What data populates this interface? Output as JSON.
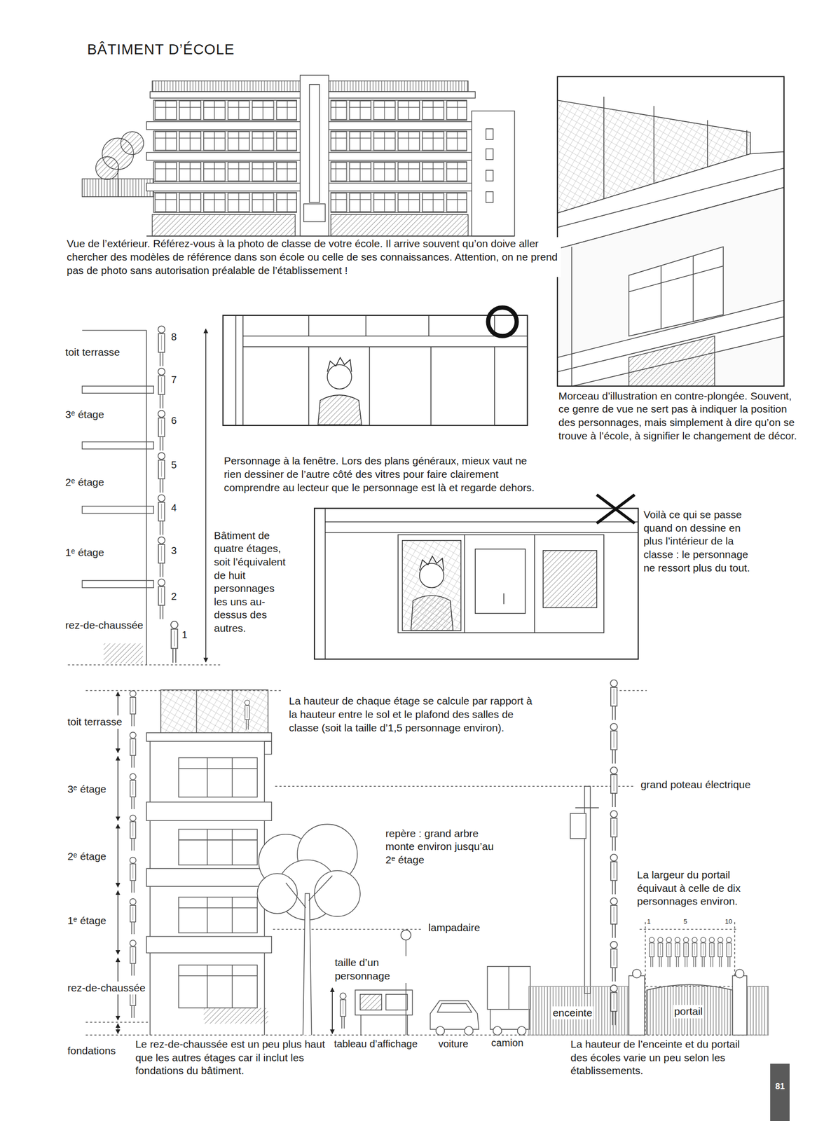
{
  "diagram": {
    "title": "BÂTIMENT D’ÉCOLE",
    "nodes": [
      {
        "text": [
          "81"
        ]
      }
    ],
    "labels": [
      "Vue de l’extérieur. Référez-vous à la photo de classe de votre école. Il arrive souvent qu’on doive aller chercher des modèles de référence dans son école ou celle de ses connaissances. Attention, on ne prend pas de photo sans autorisation préalable de l’établissement !",
      "Morceau d’illustration en contre-plongée. Souvent, ce genre de vue ne sert pas à indiquer la position des personnages, mais simplement à dire qu’on se trouve à l’école, à signifier le changement de décor.",
      "toit terrasse",
      "3ᵉ étage",
      "2ᵉ étage",
      "1ᵉ étage",
      "rez-de-chaussée",
      "8",
      "7",
      "6",
      "5",
      "4",
      "3",
      "2",
      "1",
      "Bâtiment de quatre étages, soit l’équivalent de huit personnages les uns au-dessus des autres.",
      "Personnage à la fenêtre. Lors des plans généraux, mieux vaut ne rien dessiner de l’autre côté des vitres pour faire clairement comprendre au lecteur que le personnage est là et regarde dehors.",
      "Voilà ce qui se passe quand on dessine en plus l’intérieur de la classe : le personnage ne ressort plus du tout.",
      "La hauteur de chaque étage se calcule par rapport à la hauteur entre le sol et le plafond des salles de classe (soit la taille d’1,5 personnage environ).",
      "toit terrasse",
      "3ᵉ étage",
      "2ᵉ étage",
      "1ᵉ étage",
      "rez-de-chaussée",
      "fondations",
      "repère : grand arbre monte environ jusqu’au 2ᵉ étage",
      "lampadaire",
      "taille d’un personnage",
      "tableau d’affichage",
      "voiture",
      "camion",
      "grand poteau électrique",
      "La largeur du portail équivaut à celle de dix personnages environ.",
      "1",
      "5",
      "10",
      "enceinte",
      "portail",
      "Le rez-de-chaussée est un peu plus haut que les autres étages car il inclut les fondations du bâtiment.",
      "La hauteur de l’enceinte et du portail des écoles varie un peu selon les établissements."
    ]
  }
}
